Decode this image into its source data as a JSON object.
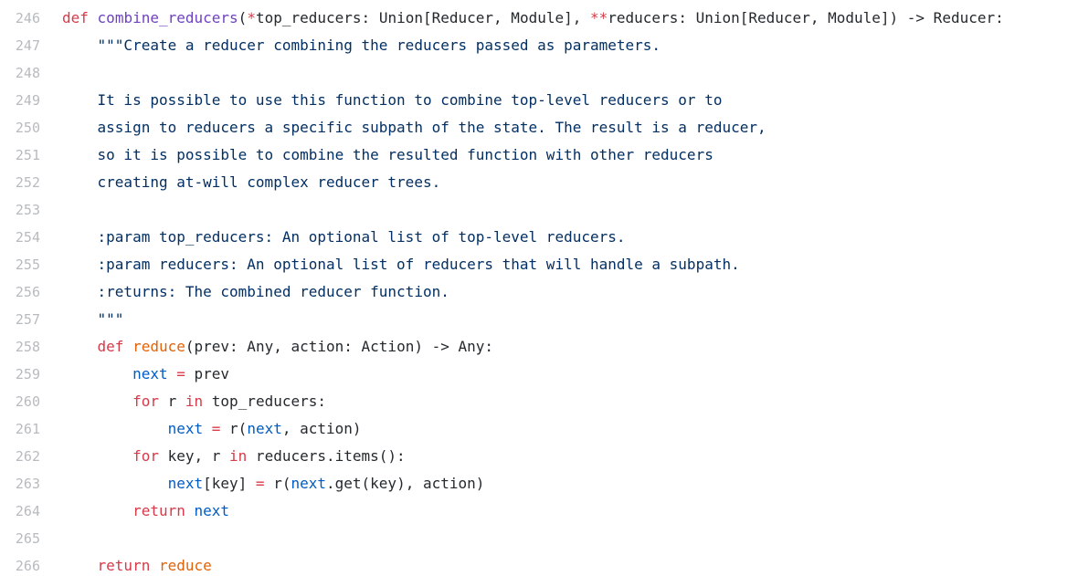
{
  "editor": {
    "language": "python",
    "background": "#ffffff",
    "colors": {
      "gutter": "#b7bbbf",
      "plain": "#24292e",
      "keyword": "#d73a49",
      "function": "#6f42c1",
      "builtin": "#005cc5",
      "string": "#032f62",
      "variable": "#e36209"
    },
    "first_line_number": 246,
    "last_line_number": 266,
    "lines": [
      {
        "number": "246",
        "tokens": [
          [
            "keyword",
            "def"
          ],
          [
            "plain",
            " "
          ],
          [
            "function",
            "combine_reducers"
          ],
          [
            "plain",
            "("
          ],
          [
            "keyword",
            "*"
          ],
          [
            "plain",
            "top_reducers: Union[Reducer, Module], "
          ],
          [
            "keyword",
            "**"
          ],
          [
            "plain",
            "reducers: Union[Reducer, Module]) -> Reducer:"
          ]
        ]
      },
      {
        "number": "247",
        "tokens": [
          [
            "string",
            "    \"\"\"Create a reducer combining the reducers passed as parameters."
          ]
        ]
      },
      {
        "number": "248",
        "tokens": []
      },
      {
        "number": "249",
        "tokens": [
          [
            "string",
            "    It is possible to use this function to combine top-level reducers or to"
          ]
        ]
      },
      {
        "number": "250",
        "tokens": [
          [
            "string",
            "    assign to reducers a specific subpath of the state. The result is a reducer,"
          ]
        ]
      },
      {
        "number": "251",
        "tokens": [
          [
            "string",
            "    so it is possible to combine the resulted function with other reducers"
          ]
        ]
      },
      {
        "number": "252",
        "tokens": [
          [
            "string",
            "    creating at-will complex reducer trees."
          ]
        ]
      },
      {
        "number": "253",
        "tokens": []
      },
      {
        "number": "254",
        "tokens": [
          [
            "string",
            "    :param top_reducers: An optional list of top-level reducers."
          ]
        ]
      },
      {
        "number": "255",
        "tokens": [
          [
            "string",
            "    :param reducers: An optional list of reducers that will handle a subpath."
          ]
        ]
      },
      {
        "number": "256",
        "tokens": [
          [
            "string",
            "    :returns: The combined reducer function."
          ]
        ]
      },
      {
        "number": "257",
        "tokens": [
          [
            "string",
            "    \"\"\""
          ]
        ]
      },
      {
        "number": "258",
        "tokens": [
          [
            "plain",
            "    "
          ],
          [
            "keyword",
            "def"
          ],
          [
            "plain",
            " "
          ],
          [
            "variable",
            "reduce"
          ],
          [
            "plain",
            "(prev: Any, action: Action) -> Any:"
          ]
        ]
      },
      {
        "number": "259",
        "tokens": [
          [
            "plain",
            "        "
          ],
          [
            "builtin",
            "next"
          ],
          [
            "plain",
            " "
          ],
          [
            "keyword",
            "="
          ],
          [
            "plain",
            " prev"
          ]
        ]
      },
      {
        "number": "260",
        "tokens": [
          [
            "plain",
            "        "
          ],
          [
            "keyword",
            "for"
          ],
          [
            "plain",
            " r "
          ],
          [
            "keyword",
            "in"
          ],
          [
            "plain",
            " top_reducers:"
          ]
        ]
      },
      {
        "number": "261",
        "tokens": [
          [
            "plain",
            "            "
          ],
          [
            "builtin",
            "next"
          ],
          [
            "plain",
            " "
          ],
          [
            "keyword",
            "="
          ],
          [
            "plain",
            " r("
          ],
          [
            "builtin",
            "next"
          ],
          [
            "plain",
            ", action)"
          ]
        ]
      },
      {
        "number": "262",
        "tokens": [
          [
            "plain",
            "        "
          ],
          [
            "keyword",
            "for"
          ],
          [
            "plain",
            " key, r "
          ],
          [
            "keyword",
            "in"
          ],
          [
            "plain",
            " reducers.items():"
          ]
        ]
      },
      {
        "number": "263",
        "tokens": [
          [
            "plain",
            "            "
          ],
          [
            "builtin",
            "next"
          ],
          [
            "plain",
            "[key] "
          ],
          [
            "keyword",
            "="
          ],
          [
            "plain",
            " r("
          ],
          [
            "builtin",
            "next"
          ],
          [
            "plain",
            ".get(key), action)"
          ]
        ]
      },
      {
        "number": "264",
        "tokens": [
          [
            "plain",
            "        "
          ],
          [
            "keyword",
            "return"
          ],
          [
            "plain",
            " "
          ],
          [
            "builtin",
            "next"
          ]
        ]
      },
      {
        "number": "265",
        "tokens": []
      },
      {
        "number": "266",
        "tokens": [
          [
            "plain",
            "    "
          ],
          [
            "keyword",
            "return"
          ],
          [
            "plain",
            " "
          ],
          [
            "variable",
            "reduce"
          ]
        ]
      }
    ]
  }
}
